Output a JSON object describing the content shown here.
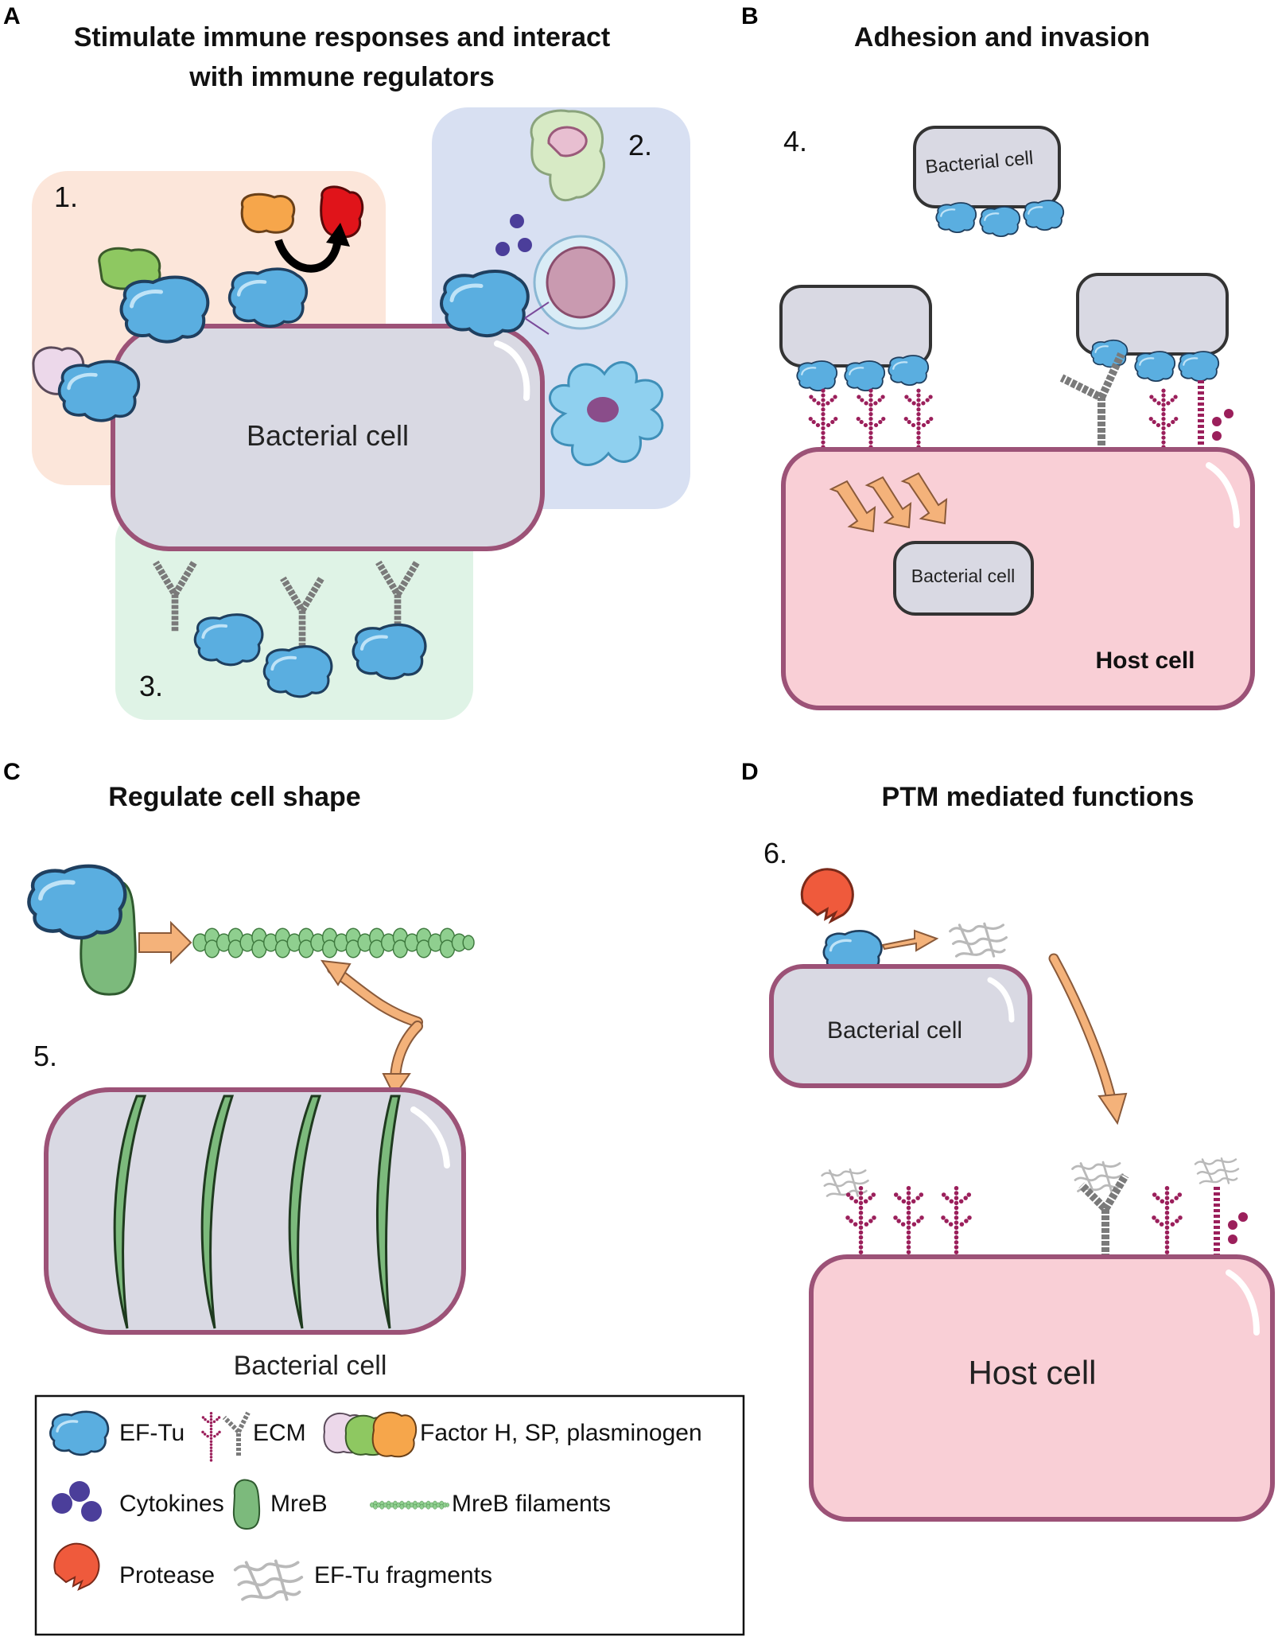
{
  "panels": {
    "a": {
      "letter": "A",
      "title_line1": "Stimulate immune responses and interact",
      "title_line2": "with immune regulators",
      "steps": [
        "1.",
        "2.",
        "3."
      ],
      "cell_label": "Bacterial cell"
    },
    "b": {
      "letter": "B",
      "title": "Adhesion and invasion",
      "step": "4.",
      "bacterial_label": "Bacterial cell",
      "inner_label": "Bacterial cell",
      "host_label": "Host cell"
    },
    "c": {
      "letter": "C",
      "title": "Regulate cell shape",
      "step": "5.",
      "cell_label": "Bacterial cell"
    },
    "d": {
      "letter": "D",
      "title": "PTM mediated functions",
      "step": "6.",
      "bacterial_label": "Bacterial cell",
      "host_label": "Host cell"
    }
  },
  "legend": {
    "items": [
      {
        "icon": "ef-tu-icon",
        "label": "EF-Tu"
      },
      {
        "icon": "ecm-icon",
        "label": "ECM"
      },
      {
        "icon": "factor-h-sp-plasminogen-icon",
        "label": "Factor H, SP, plasminogen"
      },
      {
        "icon": "cytokines-icon",
        "label": "Cytokines"
      },
      {
        "icon": "mreb-icon",
        "label": "MreB"
      },
      {
        "icon": "mreb-filaments-icon",
        "label": "MreB filaments"
      },
      {
        "icon": "protease-icon",
        "label": "Protease"
      },
      {
        "icon": "ef-tu-fragments-icon",
        "label": "EF-Tu fragments"
      }
    ]
  },
  "colors": {
    "eftu": "#5aaee0",
    "bacterial_fill": "#d9d9e3",
    "bacterial_stroke": "#9c5277",
    "host_fill": "#f9cfd6",
    "ecm": "#9b1f5b",
    "mreb": "#7cba7c",
    "arrow": "#f4b27a",
    "protease": "#ef5a3c",
    "panel1_bg": "#fce6da",
    "panel2_bg": "#d8e0f2",
    "panel3_bg": "#dff3e6"
  }
}
